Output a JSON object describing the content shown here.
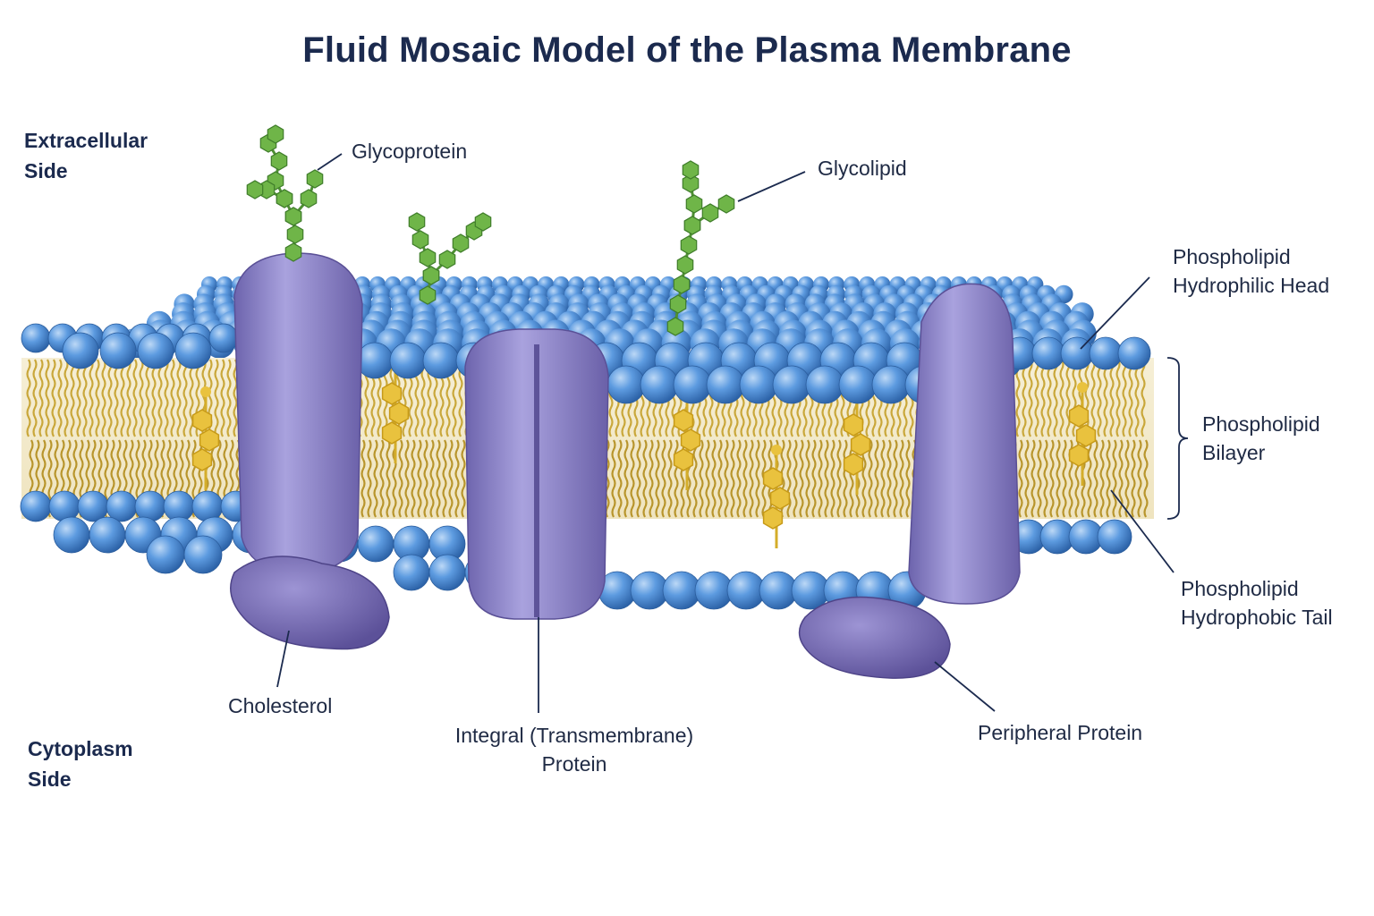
{
  "title": "Fluid Mosaic Model of the Plasma Membrane",
  "sides": {
    "extracellular": [
      "Extracellular",
      "Side"
    ],
    "cytoplasm": [
      "Cytoplasm",
      "Side"
    ]
  },
  "labels": {
    "glycoprotein": "Glycoprotein",
    "glycolipid": "Glycolipid",
    "hydrophilic_head": [
      "Phospholipid",
      "Hydrophilic Head"
    ],
    "bilayer": [
      "Phospholipid",
      "Bilayer"
    ],
    "hydrophobic_tail": [
      "Phospholipid",
      "Hydrophobic Tail"
    ],
    "cholesterol": "Cholesterol",
    "integral_protein": [
      "Integral (Transmembrane)",
      "Protein"
    ],
    "peripheral_protein": "Peripheral Protein"
  },
  "colors": {
    "head": "#4f8fd6",
    "tail": "#c9a73a",
    "protein": "#8e86c8",
    "sugar": "#6fb548",
    "cholesterol": "#e9c23e",
    "text": "#1b2a4e"
  }
}
